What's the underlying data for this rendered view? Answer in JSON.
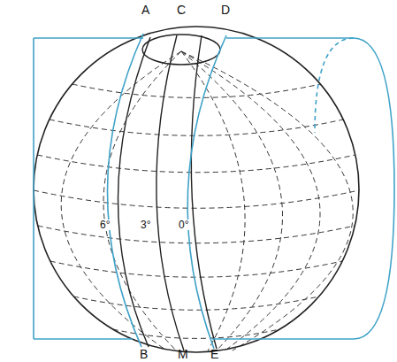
{
  "diagram": {
    "labels": [
      "A",
      "C",
      "D",
      "6°",
      "3°",
      "0°",
      "B",
      "M",
      "E"
    ]
  }
}
